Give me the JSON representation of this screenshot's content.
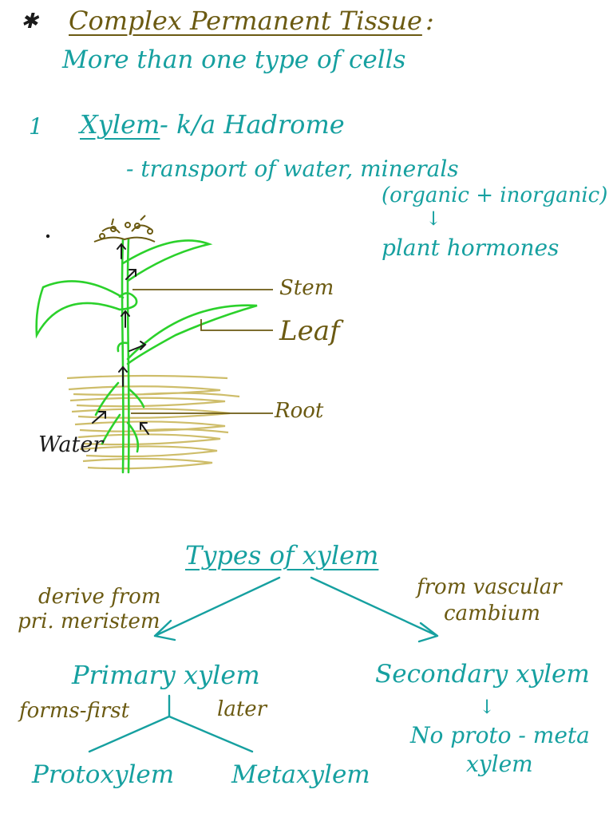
{
  "header": {
    "star": "✱",
    "title": "Complex Permanent Tissue",
    "colon": ":",
    "subtitle": "More than one type of cells"
  },
  "xylem_section": {
    "number": "1",
    "name": "Xylem",
    "aka": "- k/a Hadrome",
    "function": "- transport of water, minerals",
    "minerals_note": "(organic + inorganic)",
    "arrow": "↓",
    "hormones": "plant hormones"
  },
  "diagram": {
    "stem_label": "Stem",
    "leaf_label": "Leaf",
    "root_label": "Root",
    "water_label": "Water"
  },
  "types": {
    "title": "Types of xylem",
    "left_note_line1": "derive from",
    "left_note_line2": "pri. meristem",
    "right_note_line1": "from vascular",
    "right_note_line2": "cambium",
    "primary": "Primary xylem",
    "secondary": "Secondary xylem",
    "forms_first": "forms-first",
    "later": "later",
    "protoxylem": "Protoxylem",
    "metaxylem": "Metaxylem",
    "down_arrow": "↓",
    "no_proto_line1": "No proto - meta",
    "no_proto_line2": "xylem"
  },
  "colors": {
    "teal": "#16a0a0",
    "olive": "#6b5a12",
    "plant_green": "#2bd12b",
    "soil": "#c9b65a"
  }
}
